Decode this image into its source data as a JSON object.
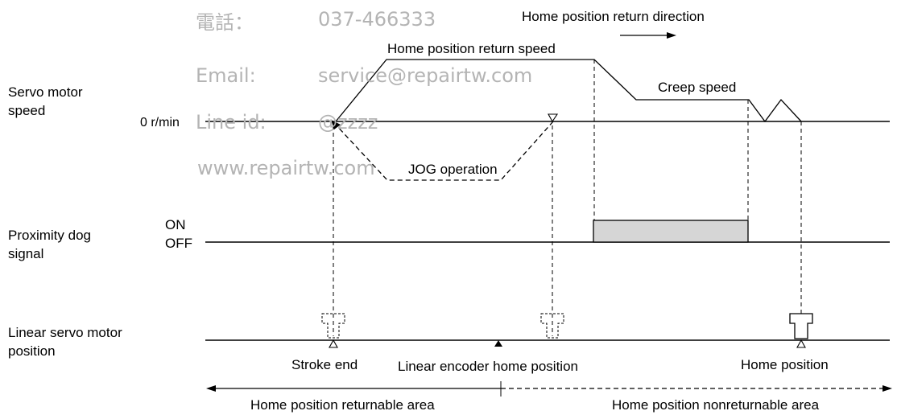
{
  "watermark": {
    "phone_label": "電話：",
    "phone_value": "037-466333",
    "email_label": "Email:",
    "email_value": "service@repairtw.com",
    "line_label": "Line id:",
    "line_value": "@zzzz",
    "website": "www.repairtw.com"
  },
  "rows": {
    "servo_motor_speed": [
      "Servo motor",
      "speed"
    ],
    "zero_speed": "0 r/min",
    "proximity_dog_signal": [
      "Proximity dog",
      "signal"
    ],
    "on": "ON",
    "off": "OFF",
    "linear_servo_motor_position": [
      "Linear servo motor",
      "position"
    ]
  },
  "annotations": {
    "return_direction": "Home position return direction",
    "return_speed": "Home position return speed",
    "creep_speed": "Creep speed",
    "jog_operation": "JOG operation",
    "stroke_end": "Stroke end",
    "encoder_home": "Linear encoder home position",
    "home_position": "Home position",
    "returnable_area": "Home position returnable area",
    "nonreturnable_area": "Home position nonreturnable area"
  }
}
